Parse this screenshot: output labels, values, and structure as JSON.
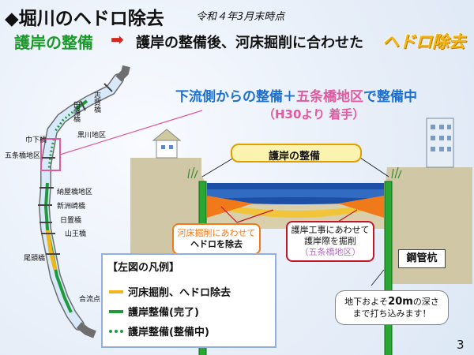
{
  "title": "◆堀川のヘドロ除去",
  "date": "令和４年3月末時点",
  "subtitle": {
    "left": "護岸の整備",
    "arrow": "➡",
    "right": "護岸の整備後、河床掘削に合わせた",
    "hedoro": "ヘドロ除去"
  },
  "progress": {
    "line1_a": "下流側からの整備＋",
    "line1_b": "五条橋地区",
    "line1_c": "で整備中",
    "line2": "（H30より 着手）"
  },
  "map_labels": {
    "shidagashi": "志賀橋",
    "tabata": "田幡橋",
    "kurokawa": "黒川地区",
    "kinoshita": "巾下橋",
    "gojo": "五条橋地区",
    "nayabashi": "納屋橋地区",
    "shinsuzaki": "新洲崎橋",
    "hiokibashi": "日置橋",
    "sannobashi": "山王橋",
    "obatabashi": "尾頭橋",
    "goryu": "合流点"
  },
  "legend": {
    "title": "【左図の凡例】",
    "items": [
      {
        "label": "河床掘削、ヘドロ除去",
        "color": "#f2b61a",
        "style": "solid"
      },
      {
        "label": "護岸整備(完了)",
        "color": "#1f9a3a",
        "style": "solid"
      },
      {
        "label": "護岸整備(整備中)",
        "color": "#1f9a3a",
        "style": "dotted"
      }
    ]
  },
  "cross_section": {
    "revetment_label": "護岸の整備",
    "callout_left_1": "河床掘削にあわせて",
    "callout_left_2": "ヘドロを除去",
    "callout_right_1": "護岸工事にあわせて",
    "callout_right_2": "護岸際を掘削",
    "callout_right_3": "（五条橋地区）",
    "pipe_pile": "鋼管杭",
    "depth_1": "地下およそ",
    "depth_num": "20m",
    "depth_2": "の深さ",
    "depth_3": "まで打ち込みます！"
  },
  "page_number": "3"
}
